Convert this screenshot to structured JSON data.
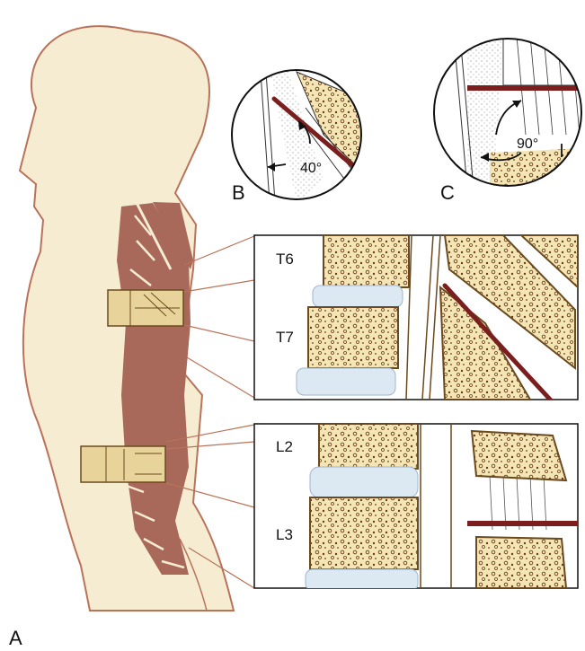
{
  "figure": {
    "panel_labels": {
      "a": "A",
      "b": "B",
      "c": "C"
    },
    "thoracic": {
      "upper": "T6",
      "lower": "T7",
      "angle": "40°"
    },
    "lumbar": {
      "upper": "L2",
      "lower": "L3",
      "angle": "90°"
    }
  },
  "colors": {
    "skin": "#f6ecd2",
    "outline": "#b8735a",
    "spine": "#a8685a",
    "bone": "#f3e6b4",
    "bone_edge": "#6a4a1e",
    "disc": "#dce8f2",
    "needle": "#7a1e1e"
  }
}
